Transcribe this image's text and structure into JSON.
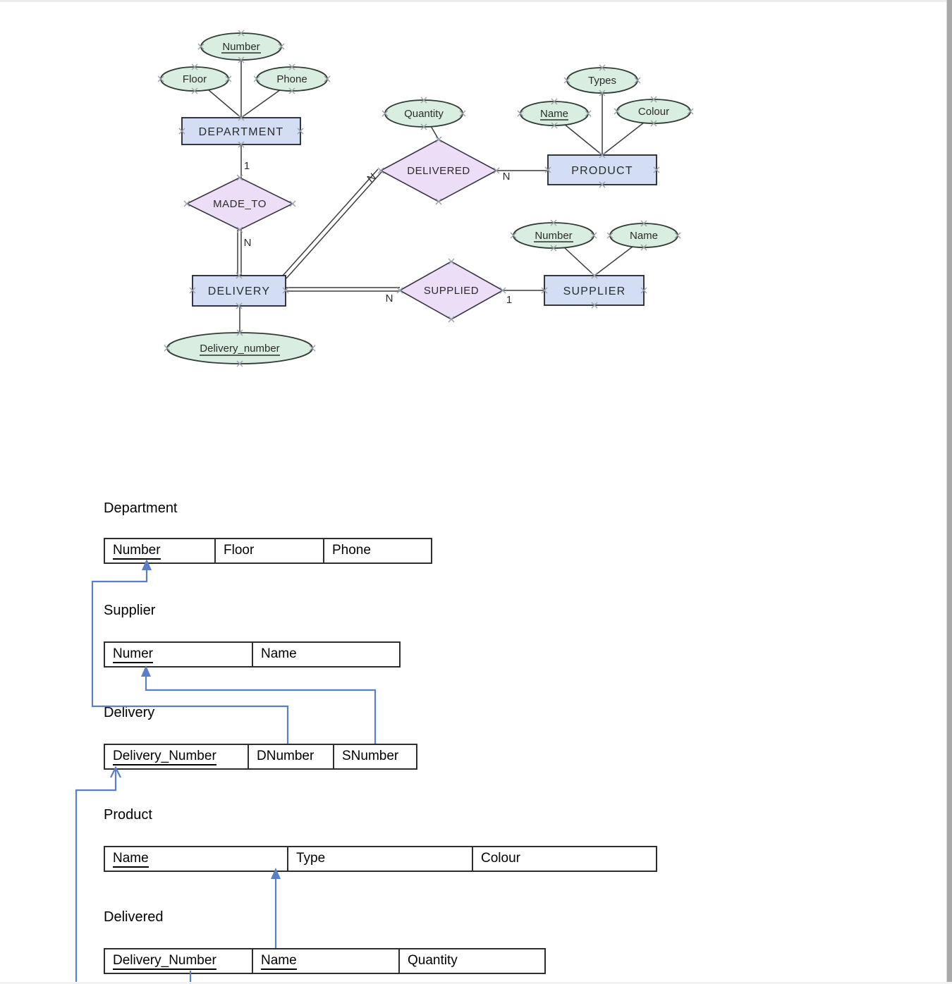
{
  "er_diagram": {
    "entities": [
      {
        "label": "DEPARTMENT"
      },
      {
        "label": "DELIVERY"
      },
      {
        "label": "PRODUCT"
      },
      {
        "label": "SUPPLIER"
      }
    ],
    "relationships": [
      {
        "label": "MADE_TO"
      },
      {
        "label": "DELIVERED"
      },
      {
        "label": "SUPPLIED"
      }
    ],
    "attributes": [
      {
        "label": "Number",
        "pk": true,
        "entity": "DEPARTMENT"
      },
      {
        "label": "Floor",
        "pk": false,
        "entity": "DEPARTMENT"
      },
      {
        "label": "Phone",
        "pk": false,
        "entity": "DEPARTMENT"
      },
      {
        "label": "Quantity",
        "pk": false,
        "entity": "DELIVERED"
      },
      {
        "label": "Types",
        "pk": false,
        "entity": "PRODUCT"
      },
      {
        "label": "Name",
        "pk": true,
        "entity": "PRODUCT"
      },
      {
        "label": "Colour",
        "pk": false,
        "entity": "PRODUCT"
      },
      {
        "label": "Number",
        "pk": true,
        "entity": "SUPPLIER"
      },
      {
        "label": "Name",
        "pk": false,
        "entity": "SUPPLIER"
      },
      {
        "label": "Delivery_number",
        "pk": true,
        "entity": "DELIVERY"
      }
    ],
    "cardinalities": {
      "made_to_department": "1",
      "made_to_delivery": "N",
      "delivered_delivery": "N",
      "delivered_product": "N",
      "supplied_delivery": "N",
      "supplied_supplier": "1"
    },
    "colors": {
      "entity_fill": "#d3def4",
      "attribute_fill": "#d9eee1",
      "relationship_fill": "#ecdef6",
      "stroke": "#3c3c3c",
      "handle": "#9aa0a8"
    }
  },
  "schema": {
    "connector_color": "#5b7ec8",
    "tables": [
      {
        "title": "Department",
        "columns": [
          "Number",
          "Floor",
          "Phone"
        ],
        "primary_keys": [
          "Number"
        ]
      },
      {
        "title": "Supplier",
        "columns": [
          "Numer",
          "Name"
        ],
        "primary_keys": [
          "Numer"
        ]
      },
      {
        "title": "Delivery",
        "columns": [
          "Delivery_Number",
          "DNumber",
          "SNumber"
        ],
        "primary_keys": [
          "Delivery_Number"
        ]
      },
      {
        "title": "Product",
        "columns": [
          "Name",
          "Type",
          "Colour"
        ],
        "primary_keys": [
          "Name"
        ]
      },
      {
        "title": "Delivered",
        "columns": [
          "Delivery_Number",
          "Name",
          "Quantity"
        ],
        "primary_keys": [
          "Delivery_Number",
          "Name"
        ]
      }
    ]
  }
}
